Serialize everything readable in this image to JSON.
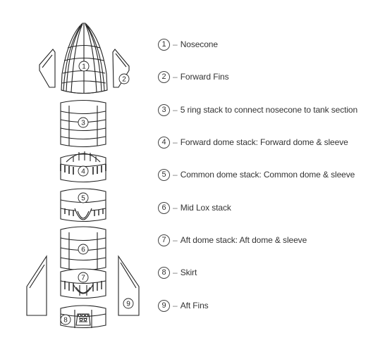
{
  "legend": [
    {
      "num": "1",
      "label": "Nosecone"
    },
    {
      "num": "2",
      "label": "Forward Fins"
    },
    {
      "num": "3",
      "label": "5 ring stack to connect nosecone to tank section"
    },
    {
      "num": "4",
      "label": "Forward dome stack: Forward dome & sleeve"
    },
    {
      "num": "5",
      "label": "Common dome stack: Common dome & sleeve"
    },
    {
      "num": "6",
      "label": "Mid Lox stack"
    },
    {
      "num": "7",
      "label": "Aft dome stack: Aft dome & sleeve"
    },
    {
      "num": "8",
      "label": "Skirt"
    },
    {
      "num": "9",
      "label": "Aft Fins"
    }
  ],
  "dash": "–",
  "callouts": [
    "1",
    "2",
    "3",
    "4",
    "5",
    "6",
    "7",
    "8",
    "9"
  ]
}
